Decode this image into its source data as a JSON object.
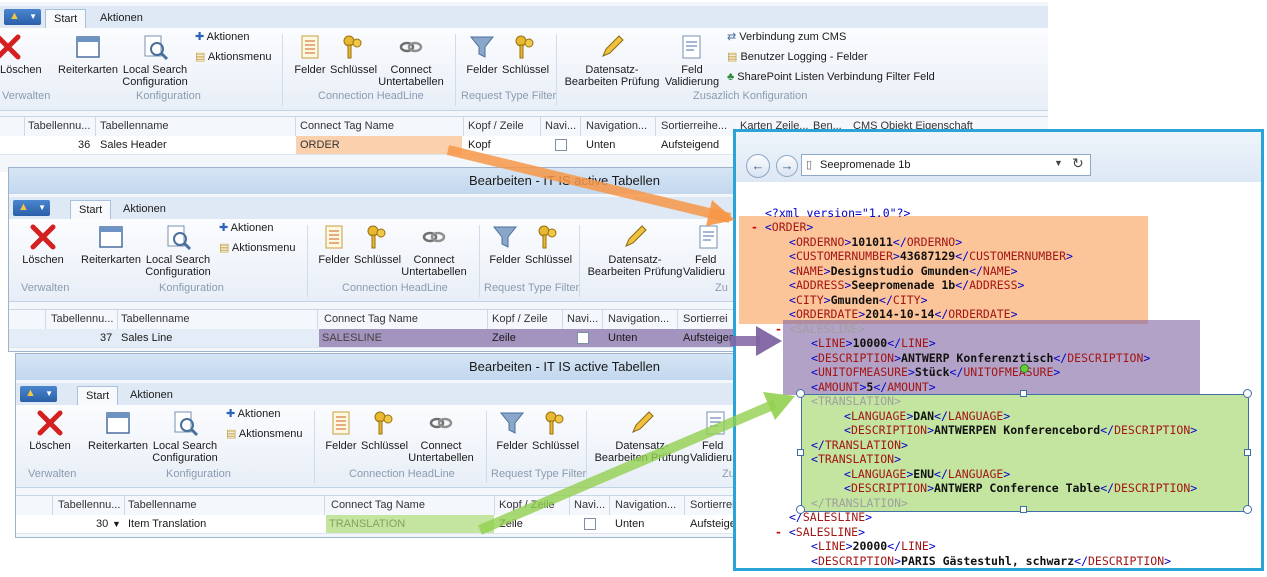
{
  "ribbon": {
    "tab_start": "Start",
    "tab_aktionen": "Aktionen",
    "btn_loeschen": "Löschen",
    "btn_reiterkarten": "Reiterkarten",
    "btn_local_search_1": "Local Search",
    "btn_local_search_2": "Configuration",
    "small_aktionen": "Aktionen",
    "small_aktionsmenu": "Aktionsmenu",
    "btn_felder": "Felder",
    "btn_schluessel": "Schlüssel",
    "btn_connect_1": "Connect",
    "btn_connect_2": "Untertabellen",
    "btn_felder2": "Felder",
    "btn_schluessel2": "Schlüssel",
    "btn_datensatz_1": "Datensatz-",
    "btn_datensatz_2": "Bearbeiten Prüfung",
    "btn_feld_1": "Feld",
    "btn_feld_2": "Validierung",
    "small_cms": "Verbindung zum CMS",
    "small_logging": "Benutzer Logging - Felder",
    "small_sharepoint": "SharePoint Listen Verbindung Filter Feld",
    "grp_verwalten": "Verwalten",
    "grp_konfiguration": "Konfiguration",
    "grp_connection": "Connection HeadLine",
    "grp_request": "Request Type Filter",
    "grp_zusatz": "Zusazlich Konfiguration",
    "grp_zu": "Zu",
    "btn_loeschen_cut": "Löschen",
    "grp_verwalten_cut": "Verwalten",
    "btn_feld2_1": "Feld",
    "btn_feld2_2": "Validieru",
    "btn_feld3_2": "Validieru",
    "btn_datensatz3_2": "Bearbeiten Prüfung"
  },
  "window_title": "Bearbeiten - IT IS active Tabellen",
  "grid1": {
    "headers": [
      "Tabellennu...",
      "Tabellenname",
      "Connect Tag Name",
      "Kopf / Zeile",
      "Navi...",
      "Navigation...",
      "Sortierreihe...",
      "Karten Zeile...",
      "Ben...",
      "CMS Objekt Eigenschaft"
    ],
    "row": {
      "num": "36",
      "name": "Sales Header",
      "tag": "ORDER",
      "kopf": "Kopf",
      "nav": "Unten",
      "sort": "Aufsteigend"
    }
  },
  "grid2": {
    "headers": [
      "Tabellennu...",
      "Tabellenname",
      "Connect Tag Name",
      "Kopf / Zeile",
      "Navi...",
      "Navigation...",
      "Sortierrei"
    ],
    "row": {
      "num": "37",
      "name": "Sales Line",
      "tag": "SALESLINE",
      "kopf": "Zeile",
      "nav": "Unten",
      "sort": "Aufsteigen"
    }
  },
  "grid3": {
    "headers": [
      "Tabellennu...",
      "Tabellenname",
      "Connect Tag Name",
      "Kopf / Zeile",
      "Navi...",
      "Navigation...",
      "Sortierrei"
    ],
    "row": {
      "num": "30",
      "name": "Item Translation",
      "tag": "TRANSLATION",
      "kopf": "Zeile",
      "nav": "Unten",
      "sort": "Aufsteige"
    }
  },
  "browser": {
    "address": "Seepromenade 1b",
    "xml_decl": "<?xml version=\"1.0\"?>",
    "order_tag": "ORDER",
    "orderno": "101011",
    "customernumber": "43687129",
    "name": "Designstudio Gmunden",
    "city": "Gmunden",
    "orderdate": "2014-10-14",
    "line1": "10000",
    "desc1": "ANTWERP Konferenztisch",
    "uom1": "Stück",
    "amount1": "5",
    "lang1": "DAN",
    "tdesc1": "ANTWERPEN Konferencebord",
    "lang2": "ENU",
    "tdesc2": "ANTWERP Conference Table",
    "line2": "20000",
    "desc2": "PARIS Gästestuhl, schwarz",
    "tags": {
      "orderno": "ORDERNO",
      "customernumber": "CUSTOMERNUMBER",
      "name": "NAME",
      "address": "ADDRESS",
      "city": "CITY",
      "orderdate": "ORDERDATE",
      "salesline": "SALESLINE",
      "line": "LINE",
      "description": "DESCRIPTION",
      "unitofmeasure": "UNITOFMEASURE",
      "amount": "AMOUNT",
      "translation": "TRANSLATION",
      "language": "LANGUAGE"
    }
  },
  "colors": {
    "orange": "#f79646",
    "purple": "#8064a2",
    "green": "#92d050",
    "browser_border": "#2aa3d8"
  }
}
